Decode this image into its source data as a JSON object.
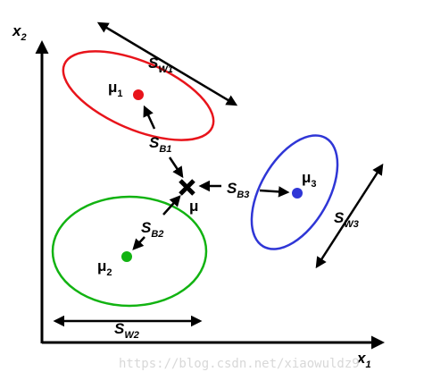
{
  "axes": {
    "x_label": "x",
    "x_label_sub": "1",
    "y_label": "x",
    "y_label_sub": "2"
  },
  "clusters": [
    {
      "mean_label": "μ",
      "mean_sub": "1",
      "color": "#e8141b",
      "scatter_label": "S",
      "scatter_sub": "W1"
    },
    {
      "mean_label": "μ",
      "mean_sub": "2",
      "color": "#12b312",
      "scatter_label": "S",
      "scatter_sub": "W2"
    },
    {
      "mean_label": "μ",
      "mean_sub": "3",
      "color": "#2f36d6",
      "scatter_label": "S",
      "scatter_sub": "W3"
    }
  ],
  "global_mean": {
    "label": "μ",
    "marker_color": "#000000"
  },
  "between_scatter": [
    {
      "label": "S",
      "sub": "B1"
    },
    {
      "label": "S",
      "sub": "B2"
    },
    {
      "label": "S",
      "sub": "B3"
    }
  ],
  "watermark": "https://blog.csdn.net/xiaowuldz9"
}
